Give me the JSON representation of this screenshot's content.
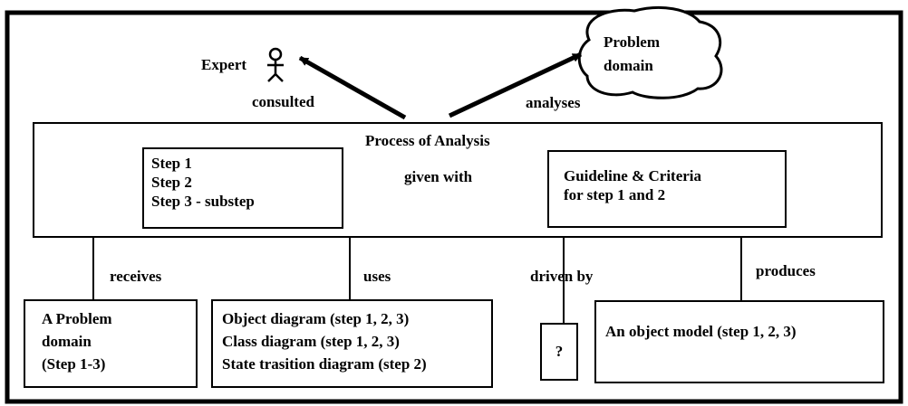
{
  "expert": {
    "label": "Expert"
  },
  "problem_domain_cloud": {
    "line1": "Problem",
    "line2": "domain"
  },
  "relations": {
    "consulted": "consulted",
    "analyses": "analyses",
    "given_with": "given with",
    "receives": "receives",
    "uses": "uses",
    "driven_by": "driven by",
    "produces": "produces"
  },
  "process": {
    "title": "Process of Analysis",
    "steps": [
      "Step 1",
      "Step 2",
      "Step 3 - substep"
    ],
    "guideline": [
      "Guideline &  Criteria",
      "for step 1 and 2"
    ]
  },
  "outputs": {
    "problem_domain": [
      "A Problem",
      "domain",
      "(Step 1-3)"
    ],
    "diagrams": [
      "Object diagram (step 1, 2, 3)",
      "Class diagram (step 1, 2, 3)",
      "State trasition diagram (step 2)"
    ],
    "unknown": "?",
    "object_model": "An object model (step 1, 2, 3)"
  }
}
